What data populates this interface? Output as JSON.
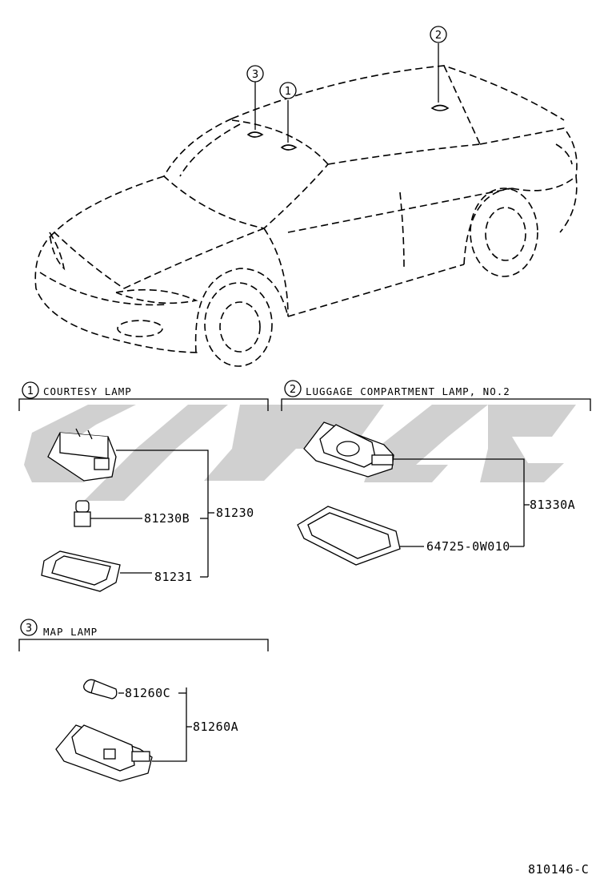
{
  "callouts": {
    "c1": "1",
    "c2": "2",
    "c3": "3"
  },
  "sections": {
    "courtesy": {
      "num": "1",
      "title": "COURTESY LAMP"
    },
    "luggage": {
      "num": "2",
      "title": "LUGGAGE COMPARTMENT LAMP, NO.2"
    },
    "map": {
      "num": "3",
      "title": "MAP LAMP"
    }
  },
  "parts": {
    "courtesy_assembly": "81230",
    "courtesy_bulb": "81230B",
    "courtesy_lens": "81231",
    "luggage_assembly": "81330A",
    "luggage_lens": "64725-0W010",
    "map_bulb": "81260C",
    "map_assembly": "81260A"
  },
  "diagram_id": "810146-C",
  "colors": {
    "line": "#000000",
    "watermark": "#c8c8c8"
  }
}
